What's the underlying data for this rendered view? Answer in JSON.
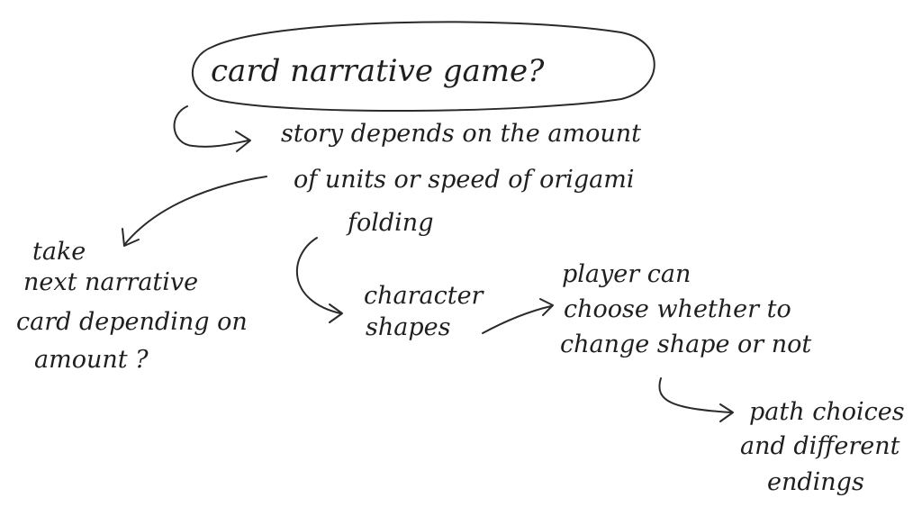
{
  "title": "card narrative game?",
  "nodes": {
    "story": {
      "lines": [
        "story depends on the amount",
        "of units or speed of origami",
        "folding"
      ]
    },
    "take_next": {
      "lines": [
        "take",
        "next narrative",
        "card depending on",
        "amount ?"
      ]
    },
    "character_shapes": {
      "lines": [
        "character",
        "shapes"
      ]
    },
    "player_choice": {
      "lines": [
        "player can",
        "choose whether to",
        "change shape or not"
      ]
    },
    "path_choices": {
      "lines": [
        "path choices",
        "and different",
        "endings"
      ]
    }
  },
  "ink_color": "#2a2a2a"
}
